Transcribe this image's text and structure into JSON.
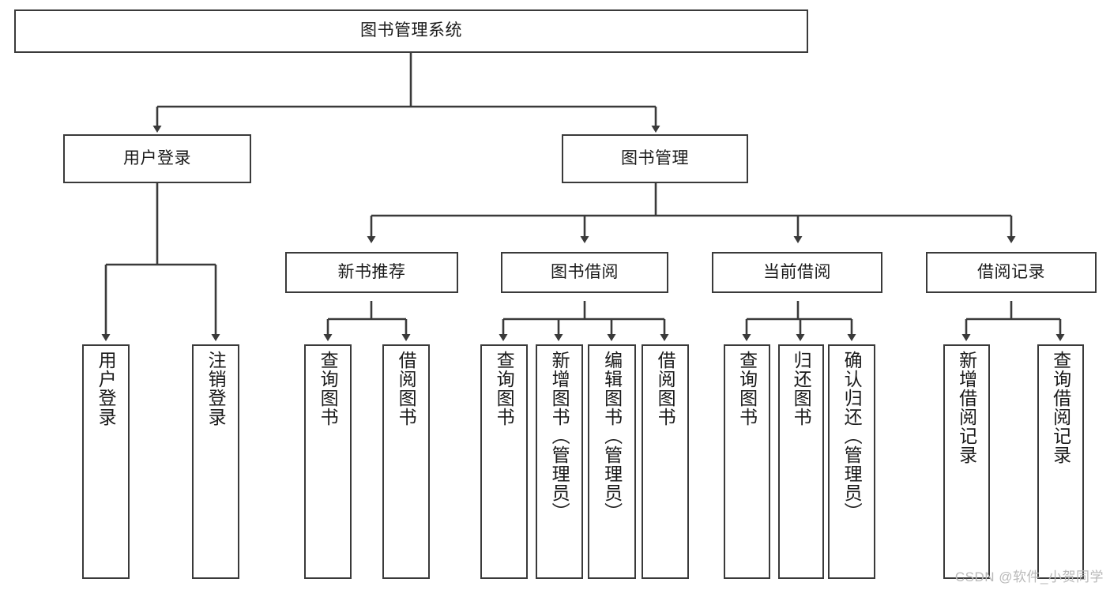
{
  "diagram": {
    "title": "图书管理系统",
    "type": "tree-hierarchy",
    "root": {
      "label": "图书管理系统"
    },
    "level2": [
      {
        "label": "用户登录"
      },
      {
        "label": "图书管理"
      }
    ],
    "level3": [
      {
        "label": "新书推荐"
      },
      {
        "label": "图书借阅"
      },
      {
        "label": "当前借阅"
      },
      {
        "label": "借阅记录"
      }
    ],
    "leaves": {
      "user_login": [
        {
          "label": "用户登录"
        },
        {
          "label": "注销登录"
        }
      ],
      "new_book_recommend": [
        {
          "label": "查询图书"
        },
        {
          "label": "借阅图书"
        }
      ],
      "book_borrow": [
        {
          "label": "查询图书"
        },
        {
          "label": "新增图书（管理员）"
        },
        {
          "label": "编辑图书（管理员）"
        },
        {
          "label": "借阅图书"
        }
      ],
      "current_borrow": [
        {
          "label": "查询图书"
        },
        {
          "label": "归还图书"
        },
        {
          "label": "确认归还（管理员）"
        }
      ],
      "borrow_record": [
        {
          "label": "新增借阅记录"
        },
        {
          "label": "查询借阅记录"
        }
      ]
    }
  },
  "watermark": {
    "text": "CSDN @软件_小贺同学"
  },
  "colors": {
    "stroke": "#3a3a3a",
    "fill": "#ffffff",
    "text": "#1a1a1a",
    "watermark": "#b9b9b9"
  }
}
